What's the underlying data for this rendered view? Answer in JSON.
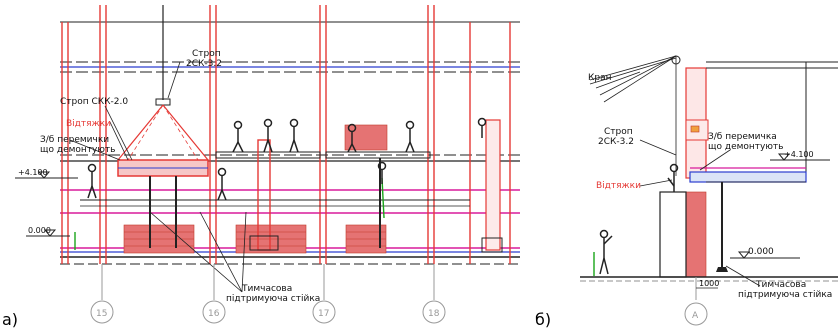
{
  "part_a": {
    "part_label": "а)",
    "sling_top": "Строп",
    "sling_top_model": "2СК-3.2",
    "sling_left": "Строп СКК-2.0",
    "guy_ropes": "Відтяжки",
    "lintel_line1": "З/б перемички",
    "lintel_line2": "що демонтують",
    "level_upper": "+4.100",
    "level_zero": "0.000",
    "support_line1": "Тимчасова",
    "support_line2": "підтримуюча стійка",
    "axes": [
      "15",
      "16",
      "17",
      "18"
    ]
  },
  "part_b": {
    "part_label": "б)",
    "crane": "Кран",
    "sling": "Строп",
    "sling_model": "2СК-3.2",
    "lintel_line1": "З/б перемичка",
    "lintel_line2": "що демонтують",
    "level_upper": "+4.100",
    "guy_ropes": "Відтяжки",
    "level_zero": "0.000",
    "support_line1": "Тимчасова",
    "support_line2": "підтримуюча стійка",
    "dimension": "1000",
    "axis": "А"
  },
  "colors": {
    "red": "#e53935",
    "pink": "#d81b9c",
    "blue": "#2c3ecf",
    "green": "#1aa51a",
    "brick": "#c0392b",
    "dark": "#222222"
  }
}
